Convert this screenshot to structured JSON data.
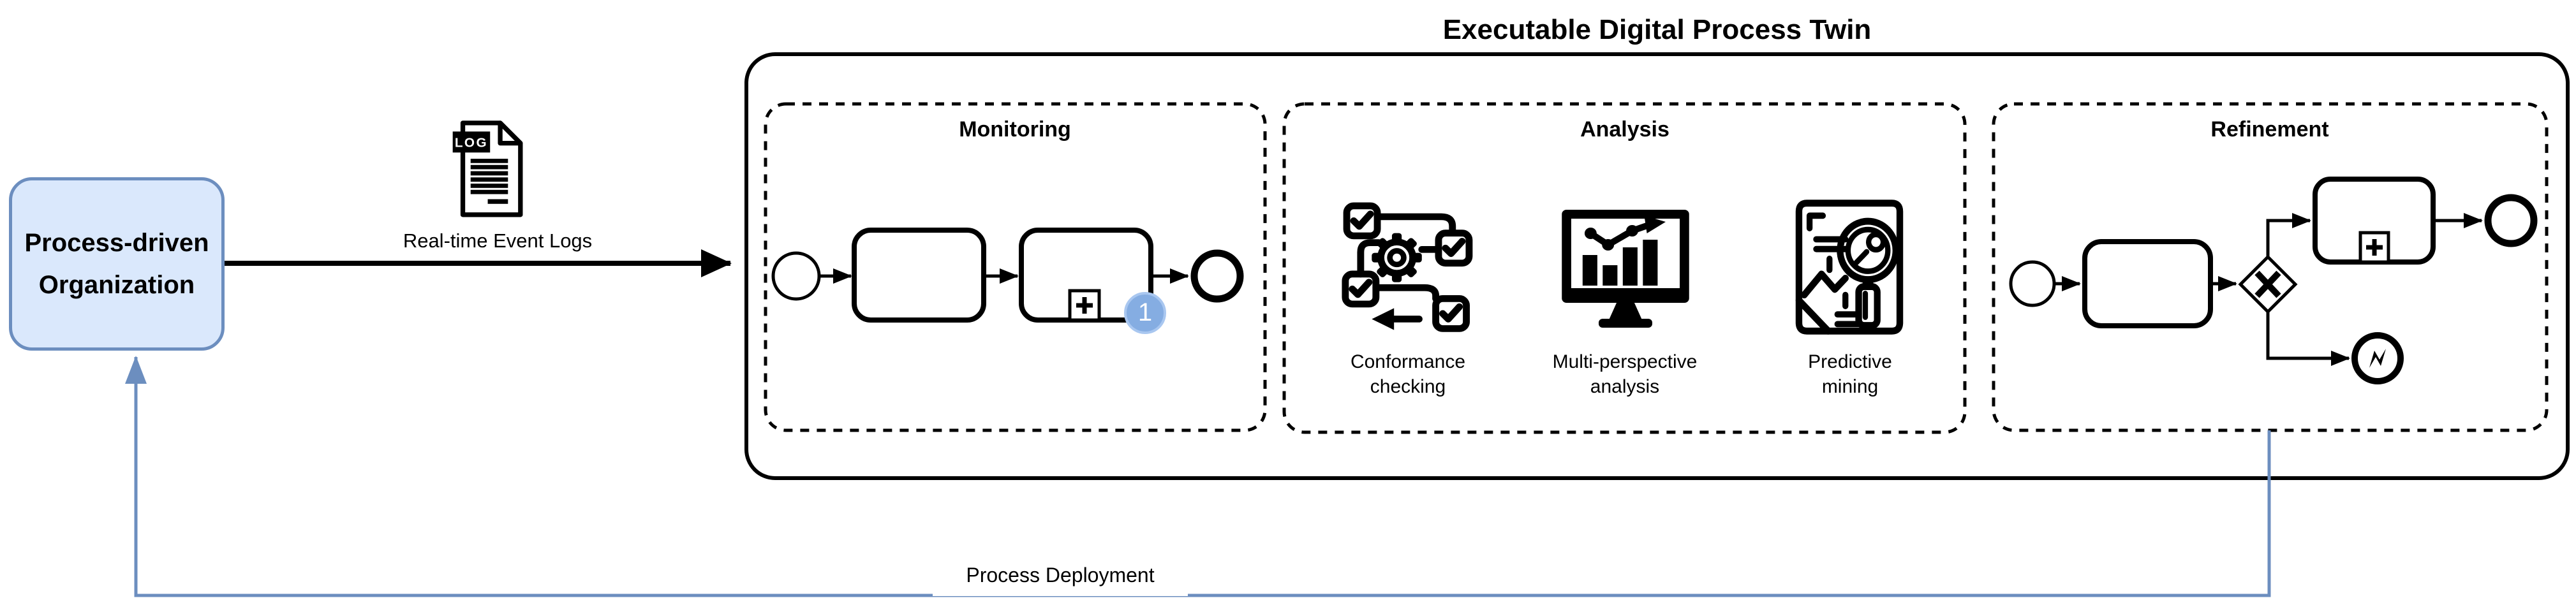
{
  "title": "Executable Digital Process Twin",
  "organization": {
    "line1": "Process-driven",
    "line2": "Organization"
  },
  "event_log": {
    "label": "Real-time Event Logs",
    "icon_text": "LOG"
  },
  "deployment": {
    "label": "Process Deployment"
  },
  "sections": {
    "monitoring": {
      "label": "Monitoring",
      "instance_badge": "1"
    },
    "analysis": {
      "label": "Analysis",
      "items": [
        {
          "line1": "Conformance",
          "line2": "checking",
          "icon": "conformance-checking-icon"
        },
        {
          "line1": "Multi-perspective",
          "line2": "analysis",
          "icon": "multi-perspective-analysis-icon"
        },
        {
          "line1": "Predictive",
          "line2": "mining",
          "icon": "predictive-mining-icon"
        }
      ]
    },
    "refinement": {
      "label": "Refinement"
    }
  },
  "colors": {
    "accent_blue_stroke": "#6C8EBF",
    "org_box_fill": "#DAE8FC",
    "badge_fill": "#85ADE2",
    "badge_border": "#A9C7F0",
    "diagram_black": "#000000",
    "background": "#FFFFFF"
  }
}
